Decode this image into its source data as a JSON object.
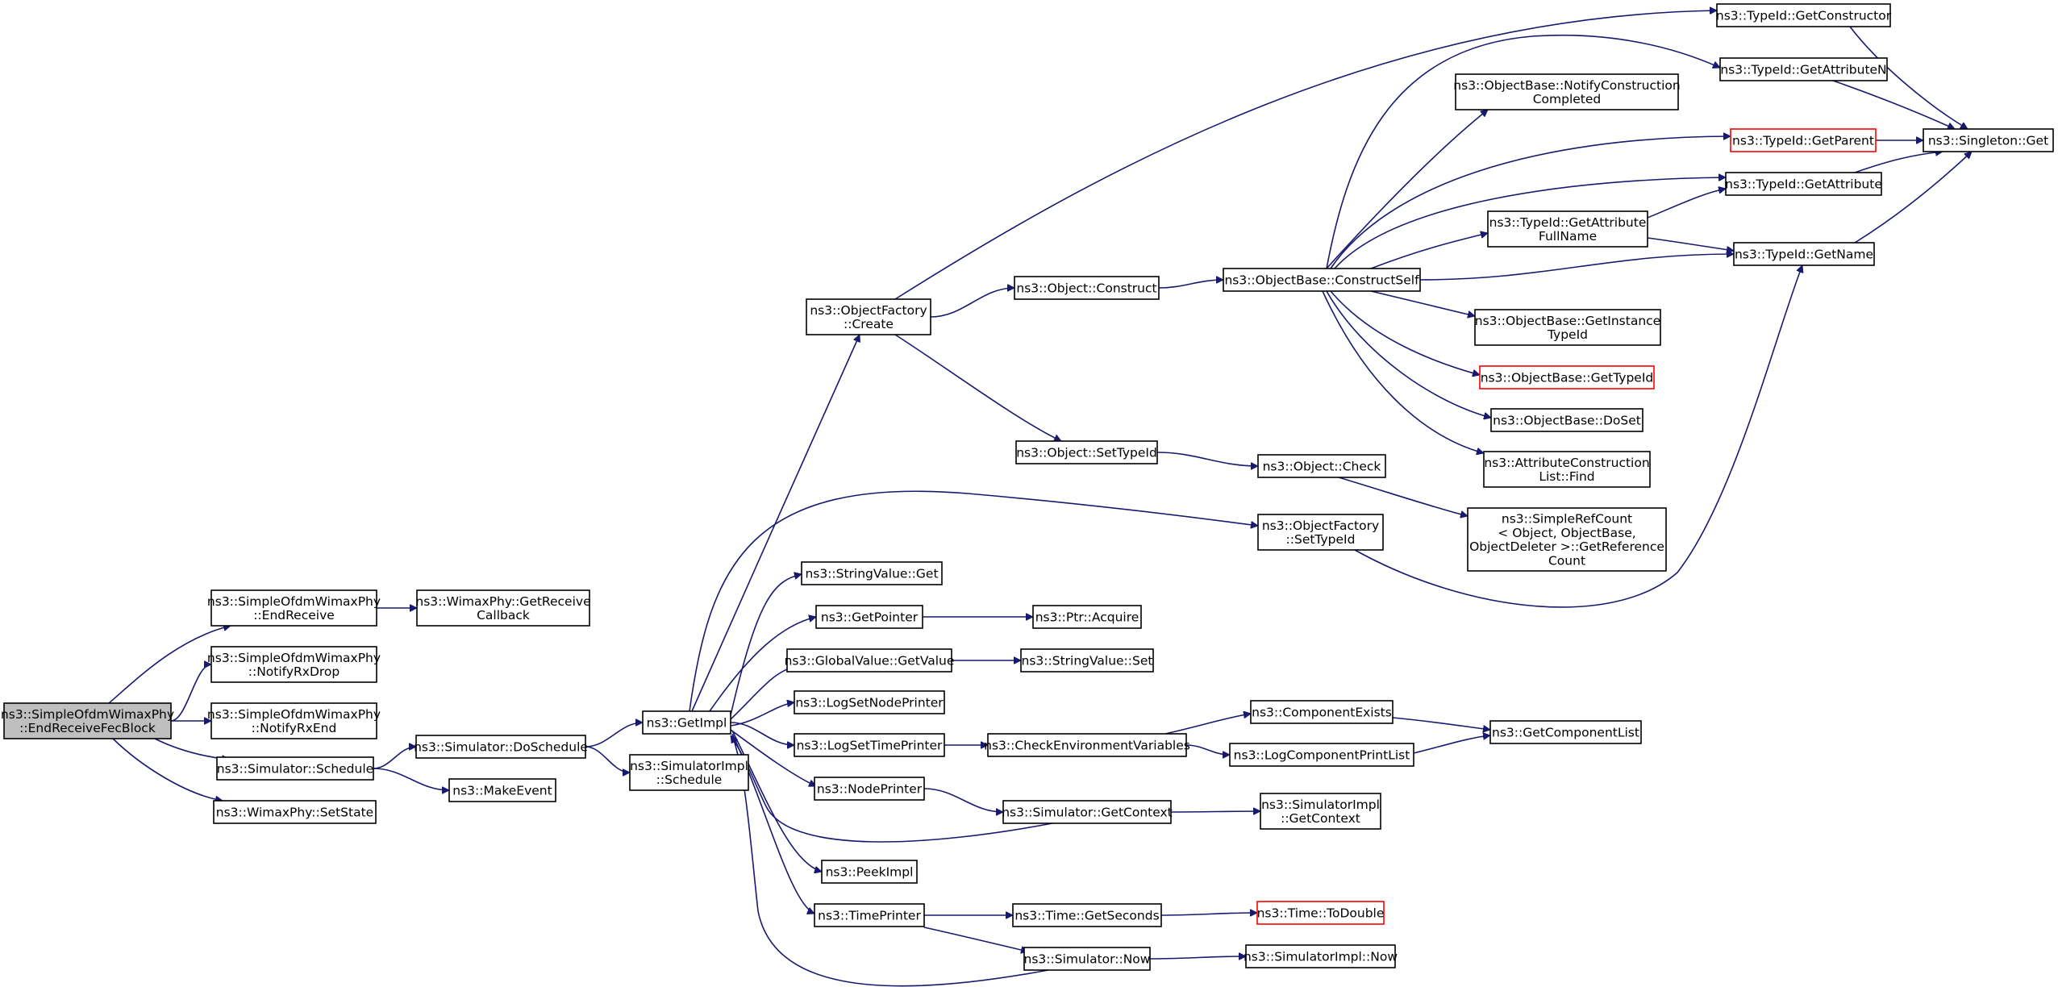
{
  "colors": {
    "edge": "#191970",
    "node_border": "#000000",
    "node_border_red": "#ff0000",
    "root_fill": "#bfbfbf"
  },
  "nodes": {
    "root": [
      "ns3::SimpleOfdmWimaxPhy",
      "::EndReceiveFecBlock"
    ],
    "endReceive": [
      "ns3::SimpleOfdmWimaxPhy",
      "::EndReceive"
    ],
    "getReceiveCallback": [
      "ns3::WimaxPhy::GetReceive",
      "Callback"
    ],
    "notifyRxDrop": [
      "ns3::SimpleOfdmWimaxPhy",
      "::NotifyRxDrop"
    ],
    "notifyRxEnd": [
      "ns3::SimpleOfdmWimaxPhy",
      "::NotifyRxEnd"
    ],
    "schedule": [
      "ns3::Simulator::Schedule"
    ],
    "setState": [
      "ns3::WimaxPhy::SetState"
    ],
    "doSchedule": [
      "ns3::Simulator::DoSchedule"
    ],
    "makeEvent": [
      "ns3::MakeEvent"
    ],
    "getImpl": [
      "ns3::GetImpl"
    ],
    "simImplSchedule": [
      "ns3::SimulatorImpl",
      "::Schedule"
    ],
    "ofCreate": [
      "ns3::ObjectFactory",
      "::Create"
    ],
    "stringValueGet": [
      "ns3::StringValue::Get"
    ],
    "getPointer": [
      "ns3::GetPointer"
    ],
    "globalGetValue": [
      "ns3::GlobalValue::GetValue"
    ],
    "logSetNodePrinter": [
      "ns3::LogSetNodePrinter"
    ],
    "logSetTimePrinter": [
      "ns3::LogSetTimePrinter"
    ],
    "nodePrinter": [
      "ns3::NodePrinter"
    ],
    "peekImpl": [
      "ns3::PeekImpl"
    ],
    "timePrinter": [
      "ns3::TimePrinter"
    ],
    "objConstruct": [
      "ns3::Object::Construct"
    ],
    "objSetTypeId": [
      "ns3::Object::SetTypeId"
    ],
    "ptrAcquire": [
      "ns3::Ptr::Acquire"
    ],
    "stringValueSet": [
      "ns3::StringValue::Set"
    ],
    "checkEnv": [
      "ns3::CheckEnvironmentVariables"
    ],
    "simGetContext": [
      "ns3::Simulator::GetContext"
    ],
    "timeGetSeconds": [
      "ns3::Time::GetSeconds"
    ],
    "simNow": [
      "ns3::Simulator::Now"
    ],
    "constructSelf": [
      "ns3::ObjectBase::ConstructSelf"
    ],
    "objCheck": [
      "ns3::Object::Check"
    ],
    "ofSetTypeId": [
      "ns3::ObjectFactory",
      "::SetTypeId"
    ],
    "componentExists": [
      "ns3::ComponentExists"
    ],
    "logComponentPrintList": [
      "ns3::LogComponentPrintList"
    ],
    "simImplGetContext": [
      "ns3::SimulatorImpl",
      "::GetContext"
    ],
    "timeToDouble": [
      "ns3::Time::ToDouble"
    ],
    "simImplNow": [
      "ns3::SimulatorImpl::Now"
    ],
    "notifyConstructionCompleted": [
      "ns3::ObjectBase::NotifyConstruction",
      "Completed"
    ],
    "getAttributeFullName": [
      "ns3::TypeId::GetAttribute",
      "FullName"
    ],
    "getInstanceTypeId": [
      "ns3::ObjectBase::GetInstance",
      "TypeId"
    ],
    "obGetTypeId": [
      "ns3::ObjectBase::GetTypeId"
    ],
    "doSet": [
      "ns3::ObjectBase::DoSet"
    ],
    "aclFind": [
      "ns3::AttributeConstruction",
      "List::Find"
    ],
    "simpleRefCount": [
      "ns3::SimpleRefCount",
      "< Object, ObjectBase,",
      " ObjectDeleter >::GetReference",
      "Count"
    ],
    "getComponentList": [
      "ns3::GetComponentList"
    ],
    "getConstructor": [
      "ns3::TypeId::GetConstructor"
    ],
    "getAttributeN": [
      "ns3::TypeId::GetAttributeN"
    ],
    "getParent": [
      "ns3::TypeId::GetParent"
    ],
    "getAttribute": [
      "ns3::TypeId::GetAttribute"
    ],
    "getName": [
      "ns3::TypeId::GetName"
    ],
    "singletonGet": [
      "ns3::Singleton::Get"
    ]
  }
}
